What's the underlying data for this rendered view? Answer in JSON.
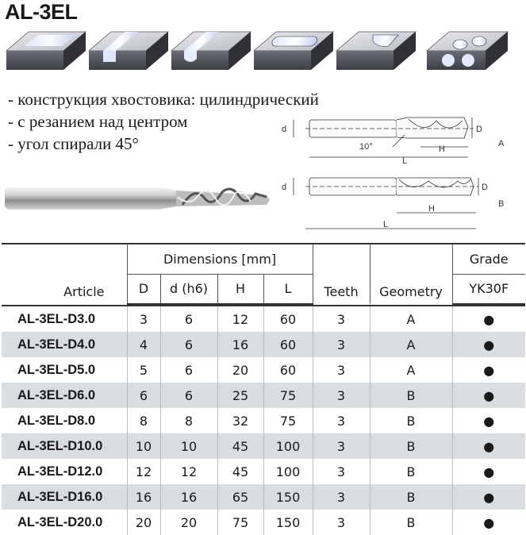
{
  "title": "AL-3EL",
  "features": [
    "- конструкция хвостовика: цилиндрический",
    "- с резанием над центром",
    "- угол спирали 45°"
  ],
  "drawing": {
    "label_d": "d",
    "label_D": "D",
    "label_H": "H",
    "label_L": "L",
    "angle": "10°",
    "geometry_a": "A",
    "geometry_b": "B"
  },
  "table": {
    "header": {
      "article": "Article",
      "dimensions": "Dimensions [mm]",
      "teeth": "Teeth",
      "geometry": "Geometry",
      "grade": "Grade",
      "grade_name": "YK30F",
      "cols": [
        "D",
        "d (h6)",
        "H",
        "L"
      ]
    },
    "rows": [
      {
        "article": "AL-3EL-D3.0",
        "D": "3",
        "d": "6",
        "H": "12",
        "L": "60",
        "teeth": "3",
        "geometry": "A",
        "grade": "●"
      },
      {
        "article": "AL-3EL-D4.0",
        "D": "4",
        "d": "6",
        "H": "16",
        "L": "60",
        "teeth": "3",
        "geometry": "A",
        "grade": "●"
      },
      {
        "article": "AL-3EL-D5.0",
        "D": "5",
        "d": "6",
        "H": "20",
        "L": "60",
        "teeth": "3",
        "geometry": "A",
        "grade": "●"
      },
      {
        "article": "AL-3EL-D6.0",
        "D": "6",
        "d": "6",
        "H": "25",
        "L": "75",
        "teeth": "3",
        "geometry": "B",
        "grade": "●"
      },
      {
        "article": "AL-3EL-D8.0",
        "D": "8",
        "d": "8",
        "H": "32",
        "L": "75",
        "teeth": "3",
        "geometry": "B",
        "grade": "●"
      },
      {
        "article": "AL-3EL-D10.0",
        "D": "10",
        "d": "10",
        "H": "45",
        "L": "100",
        "teeth": "3",
        "geometry": "B",
        "grade": "●"
      },
      {
        "article": "AL-3EL-D12.0",
        "D": "12",
        "d": "12",
        "H": "45",
        "L": "100",
        "teeth": "3",
        "geometry": "B",
        "grade": "●"
      },
      {
        "article": "AL-3EL-D16.0",
        "D": "16",
        "d": "16",
        "H": "65",
        "L": "150",
        "teeth": "3",
        "geometry": "B",
        "grade": "●"
      },
      {
        "article": "AL-3EL-D20.0",
        "D": "20",
        "d": "20",
        "H": "75",
        "L": "150",
        "teeth": "3",
        "geometry": "B",
        "grade": "●"
      }
    ]
  }
}
